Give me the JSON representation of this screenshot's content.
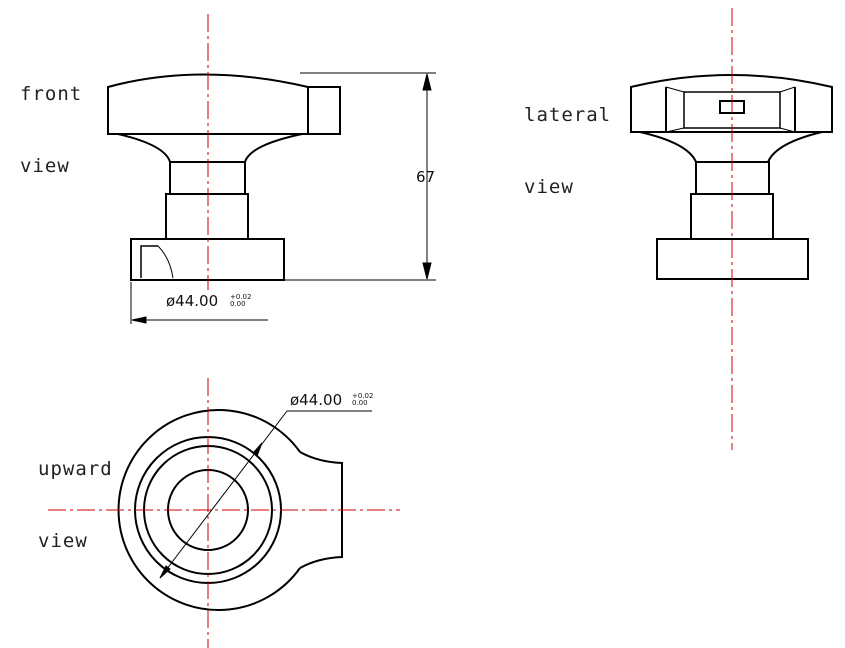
{
  "labels": {
    "front": [
      "front",
      "view"
    ],
    "lateral": [
      "lateral",
      "view"
    ],
    "upward": [
      "upward",
      "view"
    ]
  },
  "dimensions": {
    "height": "67",
    "diameter_front": "ø44.00",
    "diameter_top": "ø44.00",
    "tol_upper": "+0.02",
    "tol_lower": "0.00"
  },
  "colors": {
    "outline": "#000000",
    "centerline": "#cc0000"
  }
}
